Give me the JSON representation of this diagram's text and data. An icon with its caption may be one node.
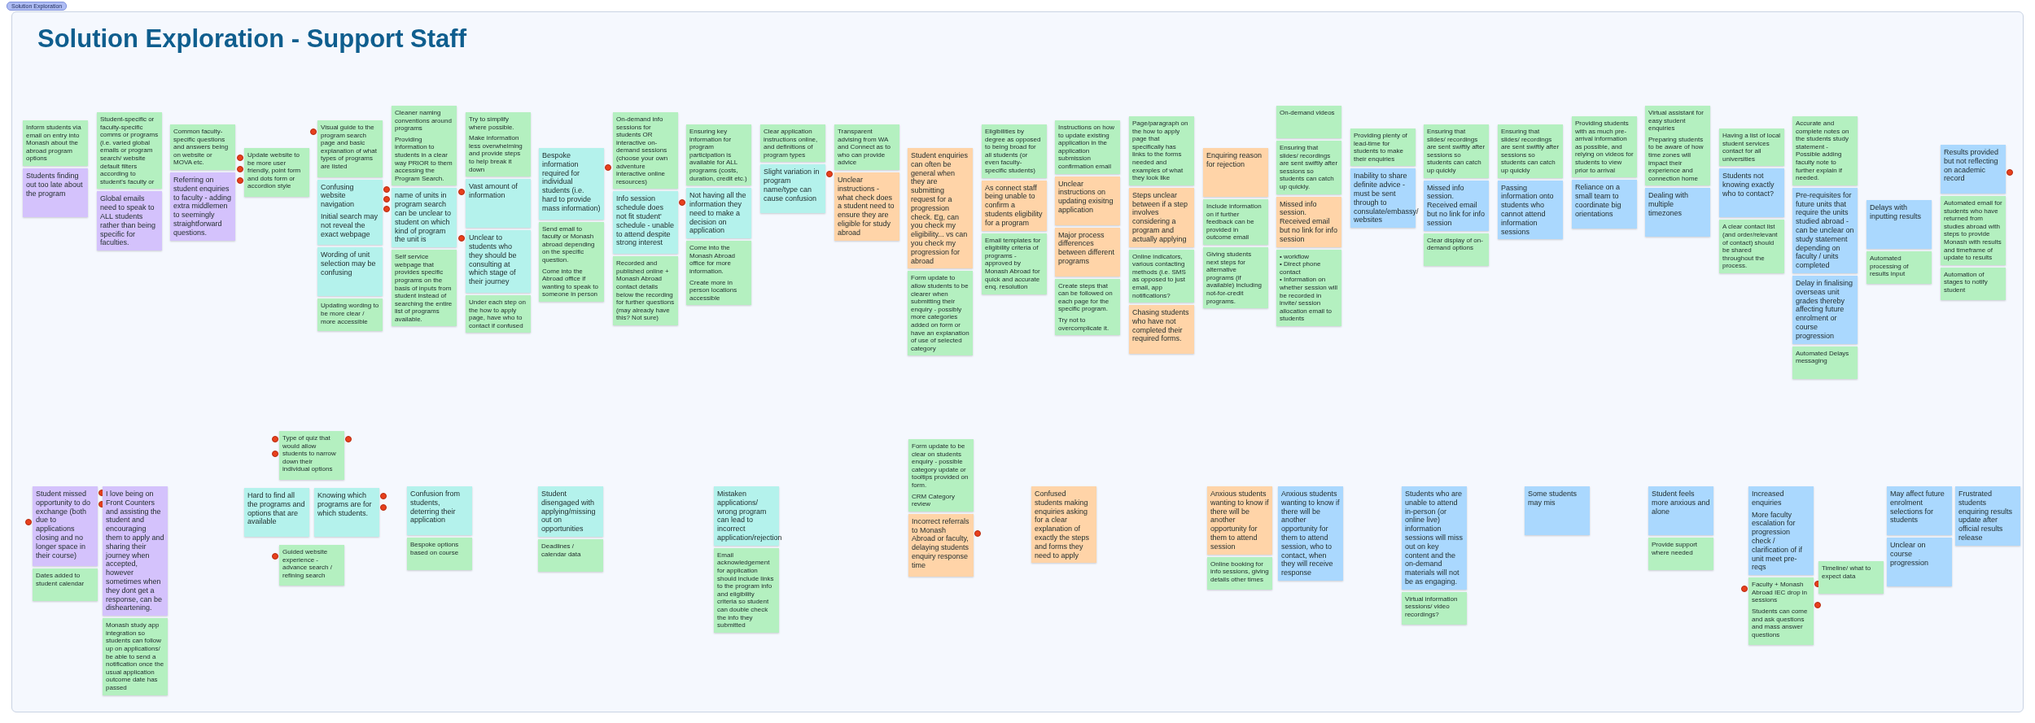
{
  "diagram": {
    "title": "Solution Exploration - Support Staff",
    "nodes": [
      {
        "text": [
          "Inform students via email on entry into Monash about the abroad program options"
        ]
      },
      {
        "text": [
          "Students finding out too late about the program"
        ]
      },
      {
        "text": [
          "Student-specific or faculty-specific comms or programs (i.e. varied global emails or program search/ website default filters according to student's faculty or"
        ]
      },
      {
        "text": [
          "Global emails need to speak to ALL students rather than being specific for faculties."
        ]
      },
      {
        "text": [
          "Common faculty-specific questions and answers being on website or MOVA etc."
        ]
      },
      {
        "text": [
          "Referring on student enquiries to faculty - adding extra middlemen to seemingly straightforward questions."
        ]
      },
      {
        "text": [
          "Update website to be more user friendly, point form and dots form or accordion style"
        ]
      },
      {
        "text": [
          "Visual guide to the program search page and basic explanation of what types of programs are listed"
        ]
      },
      {
        "text": [
          "Confusing website navigation",
          "Initial search may not reveal the exact webpage"
        ]
      },
      {
        "text": [
          "Wording of unit selection may be confusing"
        ]
      },
      {
        "text": [
          "Updating wording to be more clear / more accessible"
        ]
      },
      {
        "text": [
          "Cleaner naming conventions around programs",
          "Providing information to students in a clear way PRIOR to them accessing the Program Search."
        ]
      },
      {
        "text": [
          "name of units in program search can be unclear to student on which kind of program the unit is"
        ]
      },
      {
        "text": [
          "Self service webpage that provides specific programs on the basis of inputs from student instead of searching the entire list of programs available."
        ]
      },
      {
        "text": [
          "Try to simplify where possible.",
          "Make information less overwhelming and provide steps to help break it down"
        ]
      },
      {
        "text": [
          "Vast amount of information"
        ]
      },
      {
        "text": [
          "Unclear to students who they should be consulting at which stage of their journey"
        ]
      },
      {
        "text": [
          "Under each step on the how to apply page, have who to contact if confused"
        ]
      },
      {
        "text": [
          "Bespoke information required for individual students (i.e. hard to provide mass information)"
        ]
      },
      {
        "text": [
          "Send email to faculty or Monash abroad depending on the specific question.",
          "Come into the Abroad office if wanting to speak to someone in person"
        ]
      },
      {
        "text": [
          "On-demand info sessions for students OR interactive on-demand sessions (choose your own adventure interactive online resources)"
        ]
      },
      {
        "text": [
          "Info session schedule does not fit student' schedule - unable to attend despite strong interest"
        ]
      },
      {
        "text": [
          "Recorded and published online + Monash Abroad contact details below the recording for further questions (may already have this? Not sure)"
        ]
      },
      {
        "text": [
          "Ensuring key information for program participation is available for ALL programs (costs, duration, credit etc.)"
        ]
      },
      {
        "text": [
          "Not having all the information they need to make a decision on application"
        ]
      },
      {
        "text": [
          "Come into the Monash Abroad office for more information.",
          "Create more in person locations accessible"
        ]
      },
      {
        "text": [
          "Clear application instructions online, and definitions of program types"
        ]
      },
      {
        "text": [
          "Slight variation in program name/type can cause confusion"
        ]
      },
      {
        "text": [
          "Transparent advising from WA and Connect as to who can provide advice"
        ]
      },
      {
        "text": [
          "Unclear instructions - what check does a student need to ensure they are eligible for study abroad"
        ]
      },
      {
        "text": [
          "Student enquiries can often be general when they are submitting request for a progression check. Eg, can you check my eligibility... vs can you check my progression for abroad"
        ]
      },
      {
        "text": [
          "Form update to allow students to be clearer when submitting their enquiry - possibly more categories added on form or have an explanation of use of selected category"
        ]
      },
      {
        "text": [
          "Eligibilities by degree as opposed to being broad for all students (or even faculty-specific students)"
        ]
      },
      {
        "text": [
          "As connect staff being unable to confirm a students eligibility for a program"
        ]
      },
      {
        "text": [
          "Email templates for eligibility criteria of programs - approved by Monash Abroad for quick and accurate enq. resolution"
        ]
      },
      {
        "text": [
          "Instructions on how to update existing application in the application submission confirmation email"
        ]
      },
      {
        "text": [
          "Unclear instructions on updating exisitng application"
        ]
      },
      {
        "text": [
          "Major process differences between different programs"
        ]
      },
      {
        "text": [
          "Create steps that can be followed on each page for the specific program.",
          "Try not to overcomplicate it."
        ]
      },
      {
        "text": [
          "Page/paragraph on the how to apply page that specifically has links to the forms needed and examples of what they look like"
        ]
      },
      {
        "text": [
          "Steps unclear between if a step involves considering a program and actually applying"
        ]
      },
      {
        "text": [
          "Online indicators, various contacting methods (i.e. SMS as opposed to just email, app notifications?"
        ]
      },
      {
        "text": [
          "Chasing students who have not completed their required forms."
        ]
      },
      {
        "text": [
          "Enquiring reason for rejection"
        ]
      },
      {
        "text": [
          "Include information on if further feedback can be provided in outcome email"
        ]
      },
      {
        "text": [
          "Giving students next steps for alternative programs (if available) including not-for-credit programs."
        ]
      },
      {
        "text": [
          "On-demand videos"
        ]
      },
      {
        "text": [
          "Ensuring that slides/ recordings are sent swiftly after sessions so students can catch up quickly."
        ]
      },
      {
        "text": [
          "Missed info session. Received email but no link for info session"
        ]
      },
      {
        "text": [
          "• workflow",
          "• Direct phone contact",
          "• Information on whether session will be recorded in invite/ session allocation email to students"
        ]
      },
      {
        "text": [
          "Providing plenty of lead-time for students to make their enquiries"
        ]
      },
      {
        "text": [
          "Inability to share definite advice - must be sent through to consulate/embassy/ websites"
        ]
      },
      {
        "text": [
          "Ensuring that slides/ recordings are sent swiftly after sessions so students can catch up quickly"
        ]
      },
      {
        "text": [
          "Missed info session. Received email but no link for info session"
        ]
      },
      {
        "text": [
          "Clear display of on-demand options"
        ]
      },
      {
        "text": [
          "Ensuring that slides/ recordings are sent swiftly after sessions so students can catch up quickly"
        ]
      },
      {
        "text": [
          "Passing information onto students who cannot attend information sessions"
        ]
      },
      {
        "text": [
          "Providing students with as much pre-arrival information as possible, and relying on videos for students to view prior to arrival"
        ]
      },
      {
        "text": [
          "Reliance on a small team to coordinate big orientations"
        ]
      },
      {
        "text": [
          "Virtual assistant for easy student enquiries",
          "Preparing students to be aware of how time zones will impact their experience and connection home"
        ]
      },
      {
        "text": [
          "Dealing with multiple timezones"
        ]
      },
      {
        "text": [
          "Having a list of local student services contact for all universities"
        ]
      },
      {
        "text": [
          "Students not knowing exactly who to contact?"
        ]
      },
      {
        "text": [
          "A clear contact list (and order/relevant of contact) should be shared throughout the process."
        ]
      },
      {
        "text": [
          "Accurate and complete notes on the students study statement - Possible adding faculty note to further explain if needed."
        ]
      },
      {
        "text": [
          "Pre-requisites for future units that require the units studied abroad - can be unclear on study statement depending on faculty / units completed"
        ]
      },
      {
        "text": [
          "Delay in finalising overseas unit grades thereby affecting future enrolment or course progression"
        ]
      },
      {
        "text": [
          "Automated Delays messaging"
        ]
      },
      {
        "text": [
          "Delays with inputting results"
        ]
      },
      {
        "text": [
          "Automated processing of results input"
        ]
      },
      {
        "text": [
          "Results provided but not reflecting on academic record"
        ]
      },
      {
        "text": [
          "Automated email for students who have returned from studies abroad with steps to provide Monash with results and timeframe of update to results"
        ]
      },
      {
        "text": [
          "Automation of stages to notify student"
        ]
      },
      {
        "text": [
          "Student missed opportunity to do exchange (both due to applications closing and no longer space in their course)"
        ]
      },
      {
        "text": [
          "Dates added to student calendar"
        ]
      },
      {
        "text": [
          "I love being on Front Counters and assisting the student and encouraging them to apply and sharing their journey when accepted, however sometimes when they dont get a response, can be disheartening."
        ]
      },
      {
        "text": [
          "Monash study app integration so students can follow up on applications/ be able to send a notification once the usual application outcome date has passed"
        ]
      },
      {
        "text": [
          "Type of quiz that would allow students to narrow down their individual options"
        ]
      },
      {
        "text": [
          "Hard to find all the programs and options that are available"
        ]
      },
      {
        "text": [
          "Knowing which programs are for which students."
        ]
      },
      {
        "text": [
          "Guided website experience - advance search / refining search"
        ]
      },
      {
        "text": [
          "Confusion from students, deterring their application"
        ]
      },
      {
        "text": [
          "Bespoke options based on course"
        ]
      },
      {
        "text": [
          "Student disengaged with applying/missing out on opportunities"
        ]
      },
      {
        "text": [
          "Deadlines / calendar data"
        ]
      },
      {
        "text": [
          "Mistaken applications/ wrong program can lead to incorrect application/rejection"
        ]
      },
      {
        "text": [
          "Email acknowledgement for application should include links to the program info and eligibility criteria so student can double check the info they submitted"
        ]
      },
      {
        "text": [
          "Form update to be clear on students enquiry - possible category update or tooltips provided on form.",
          "CRM Category review"
        ]
      },
      {
        "text": [
          "Incorrect referrals to Monash Abroad or faculty, delaying students enquiry response time"
        ]
      },
      {
        "text": [
          "Confused students making enquiries asking for a clear explanation of exactly the steps and forms they need to apply"
        ]
      },
      {
        "text": [
          "Anxious students wanting to know if there will be another opportunity for them to attend session"
        ]
      },
      {
        "text": [
          "Online booking for info sessions, giving details other times"
        ]
      },
      {
        "text": [
          "Anxious students wanting to know if there will be another opportunity for them to attend session, who to contact, when they will receive response"
        ]
      },
      {
        "text": [
          "Students who are unable to attend in-person (or online live) information sessions will miss out on key content and the on-demand materials will not be as engaging."
        ]
      },
      {
        "text": [
          "Virtual information sessions/ video recordings?"
        ]
      },
      {
        "text": [
          "Some students may mis"
        ]
      },
      {
        "text": [
          "Student feels more anxious and alone"
        ]
      },
      {
        "text": [
          "Provide support where needed"
        ]
      },
      {
        "text": [
          "Increased enquiries",
          "More faculty escalation for progression check / clarification of if unit meet pre-reqs"
        ]
      },
      {
        "text": [
          "Faculty + Monash Abroad IEC drop in sessions",
          "Students can come and ask questions and mass answer questions"
        ]
      },
      {
        "text": [
          "Timeline/ what to expect data"
        ]
      },
      {
        "text": [
          "May affect future enrolment selections for students"
        ]
      },
      {
        "text": [
          "Unclear on course progression"
        ]
      },
      {
        "text": [
          "Frustrated students enquiring results update after official results release"
        ]
      }
    ],
    "labels": [
      "Solution Exploration"
    ]
  }
}
